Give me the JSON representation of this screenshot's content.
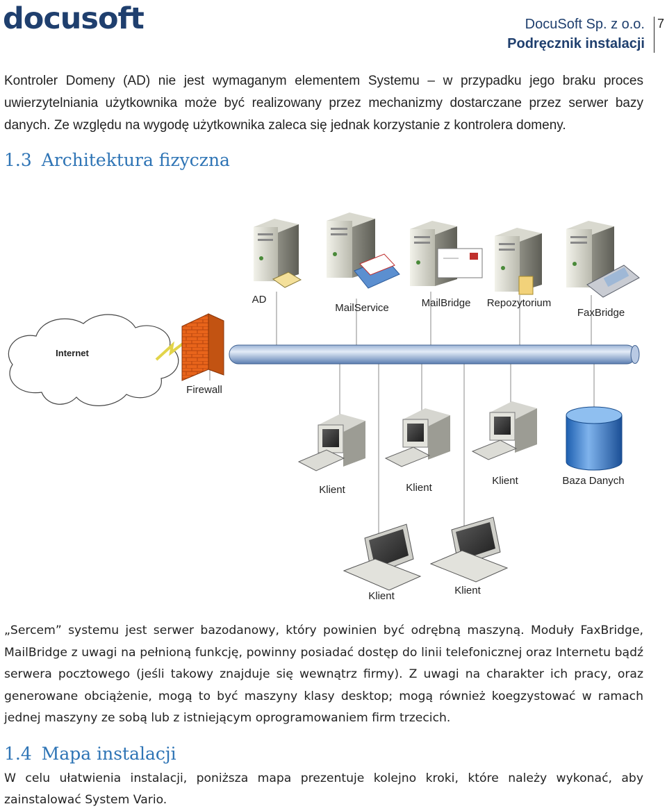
{
  "header": {
    "logo": "docusoft",
    "company": "DocuSoft Sp. z o.o.",
    "doc_title": "Podręcznik instalacji",
    "page_number": "7"
  },
  "intro_paragraph": "Kontroler Domeny (AD) nie jest wymaganym elementem Systemu – w przypadku jego braku proces uwierzytelniania użytkownika może być realizowany przez mechanizmy dostarczane przez serwer bazy danych. Ze względu na wygodę użytkownika zaleca się jednak korzystanie z kontrolera domeny.",
  "section_1_3": {
    "number": "1.3",
    "title": "Architektura fizyczna"
  },
  "diagram": {
    "labels": {
      "ad": "AD",
      "mailservice": "MailService",
      "mailbridge": "MailBridge",
      "repozytorium": "Repozytorium",
      "faxbridge": "FaxBridge",
      "internet": "Internet",
      "firewall": "Firewall",
      "klient1": "Klient",
      "klient2": "Klient",
      "klient3": "Klient",
      "baza": "Baza Danych",
      "klient4": "Klient",
      "klient5": "Klient"
    }
  },
  "body_paragraph": "„Sercem” systemu jest serwer bazodanowy, który powinien być odrębną maszyną. Moduły FaxBridge, MailBridge z uwagi na pełnioną funkcję, powinny posiadać dostęp do linii telefonicznej oraz Internetu bądź serwera pocztowego (jeśli takowy znajduje się wewnątrz firmy). Z uwagi na charakter ich pracy, oraz generowane obciążenie, mogą to być maszyny klasy desktop; mogą również koegzystować w ramach jednej maszyny ze sobą lub z istniejącym oprogramowaniem firm trzecich.",
  "section_1_4": {
    "number": "1.4",
    "title": "Mapa instalacji"
  },
  "last_paragraph": "W celu ułatwienia instalacji, poniższa mapa prezentuje kolejno kroki, które należy wykonać, aby zainstalować System Vario."
}
